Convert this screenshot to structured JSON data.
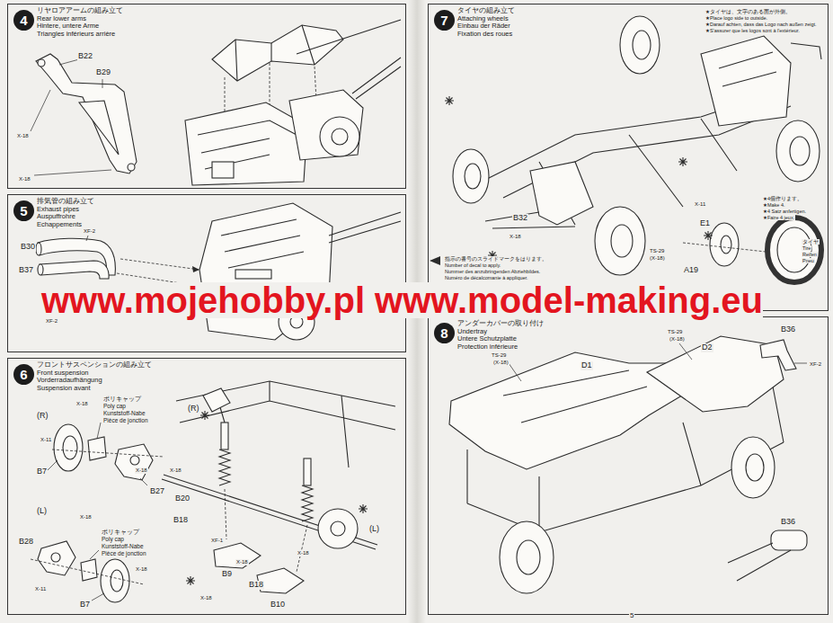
{
  "diagram": {
    "nodes": [
      {
        "text": [
          "リヤロアアームの組み立て",
          "Rear lower arms",
          "Hintere, untere Arme",
          "Triangles inférieurs arrière"
        ]
      },
      {
        "text": [
          "4"
        ],
        "in": 0
      },
      {
        "text": [
          "排気管の組み立て",
          "Exhaust pipes",
          "Auspuffrohre",
          "Echappements"
        ]
      },
      {
        "text": [
          "5"
        ],
        "in": 2
      },
      {
        "text": [
          "フロントサスペンションの組み立て",
          "Front suspension",
          "Vorderradaufhängung",
          "Suspension avant"
        ]
      },
      {
        "text": [
          "6"
        ],
        "in": 4
      },
      {
        "text": [
          "タイヤの組み立て",
          "Attaching wheels",
          "Einbau der Räder",
          "Fixation des roues"
        ]
      },
      {
        "text": [
          "7"
        ],
        "in": 6
      },
      {
        "text": [
          "アンダーカバーの取り付け",
          "Undertray",
          "Untere Schutzplatte",
          "Protection inférieure"
        ]
      },
      {
        "text": [
          "8"
        ],
        "in": 8
      }
    ],
    "labels": [
      "B22",
      "B29",
      "X-18",
      "X-18",
      "XF-2",
      "B30",
      "B37",
      "XF-2",
      "(R)",
      "X-18",
      "ポリキャップ",
      "Poly cap",
      "Kunststoff-Nabe",
      "Pièce de jonction",
      "X-11",
      "B7",
      "X-18",
      "B27",
      "(L)",
      "X-18",
      "B28",
      "ポリキャップ",
      "Poly cap",
      "Kunststoff-Nabe",
      "Pièce de jonction",
      "X-18",
      "X-11",
      "B7",
      "(R)",
      "X-18",
      "B20",
      "B18",
      "XF-1",
      "B9",
      "X-18",
      "X-18",
      "B18",
      "B10",
      "X-18",
      "(L)",
      "★タイヤは、文字のある面が外側。",
      "★Place logo side to outside.",
      "★Darauf achten, dass das Logo nach außen zeigt.",
      "★S'assurer que les logos sont à l'extérieur.",
      "B32",
      "X-18",
      "TS-29",
      "(X-18)",
      "A19",
      "X-11",
      "E1",
      "★4個作ります。",
      "★Make 4.",
      "★4 Satz anfertigen.",
      "★Faire 4 jeux.",
      "タイヤ",
      "Tire",
      "Reifen",
      "Pneu",
      "指示の番号のスライドマークをはります。",
      "Number of decal to apply.",
      "Nummer des anzubringenden Abziehbildes.",
      "Numéro de décalcomanie à appliquer.",
      "TS-29",
      "(X-18)",
      "D1",
      "TS-29",
      "(X-18)",
      "D2",
      "B36",
      "XF-2",
      "B36",
      "5",
      "www.mojehobby.pl www.model-making.eu"
    ]
  }
}
